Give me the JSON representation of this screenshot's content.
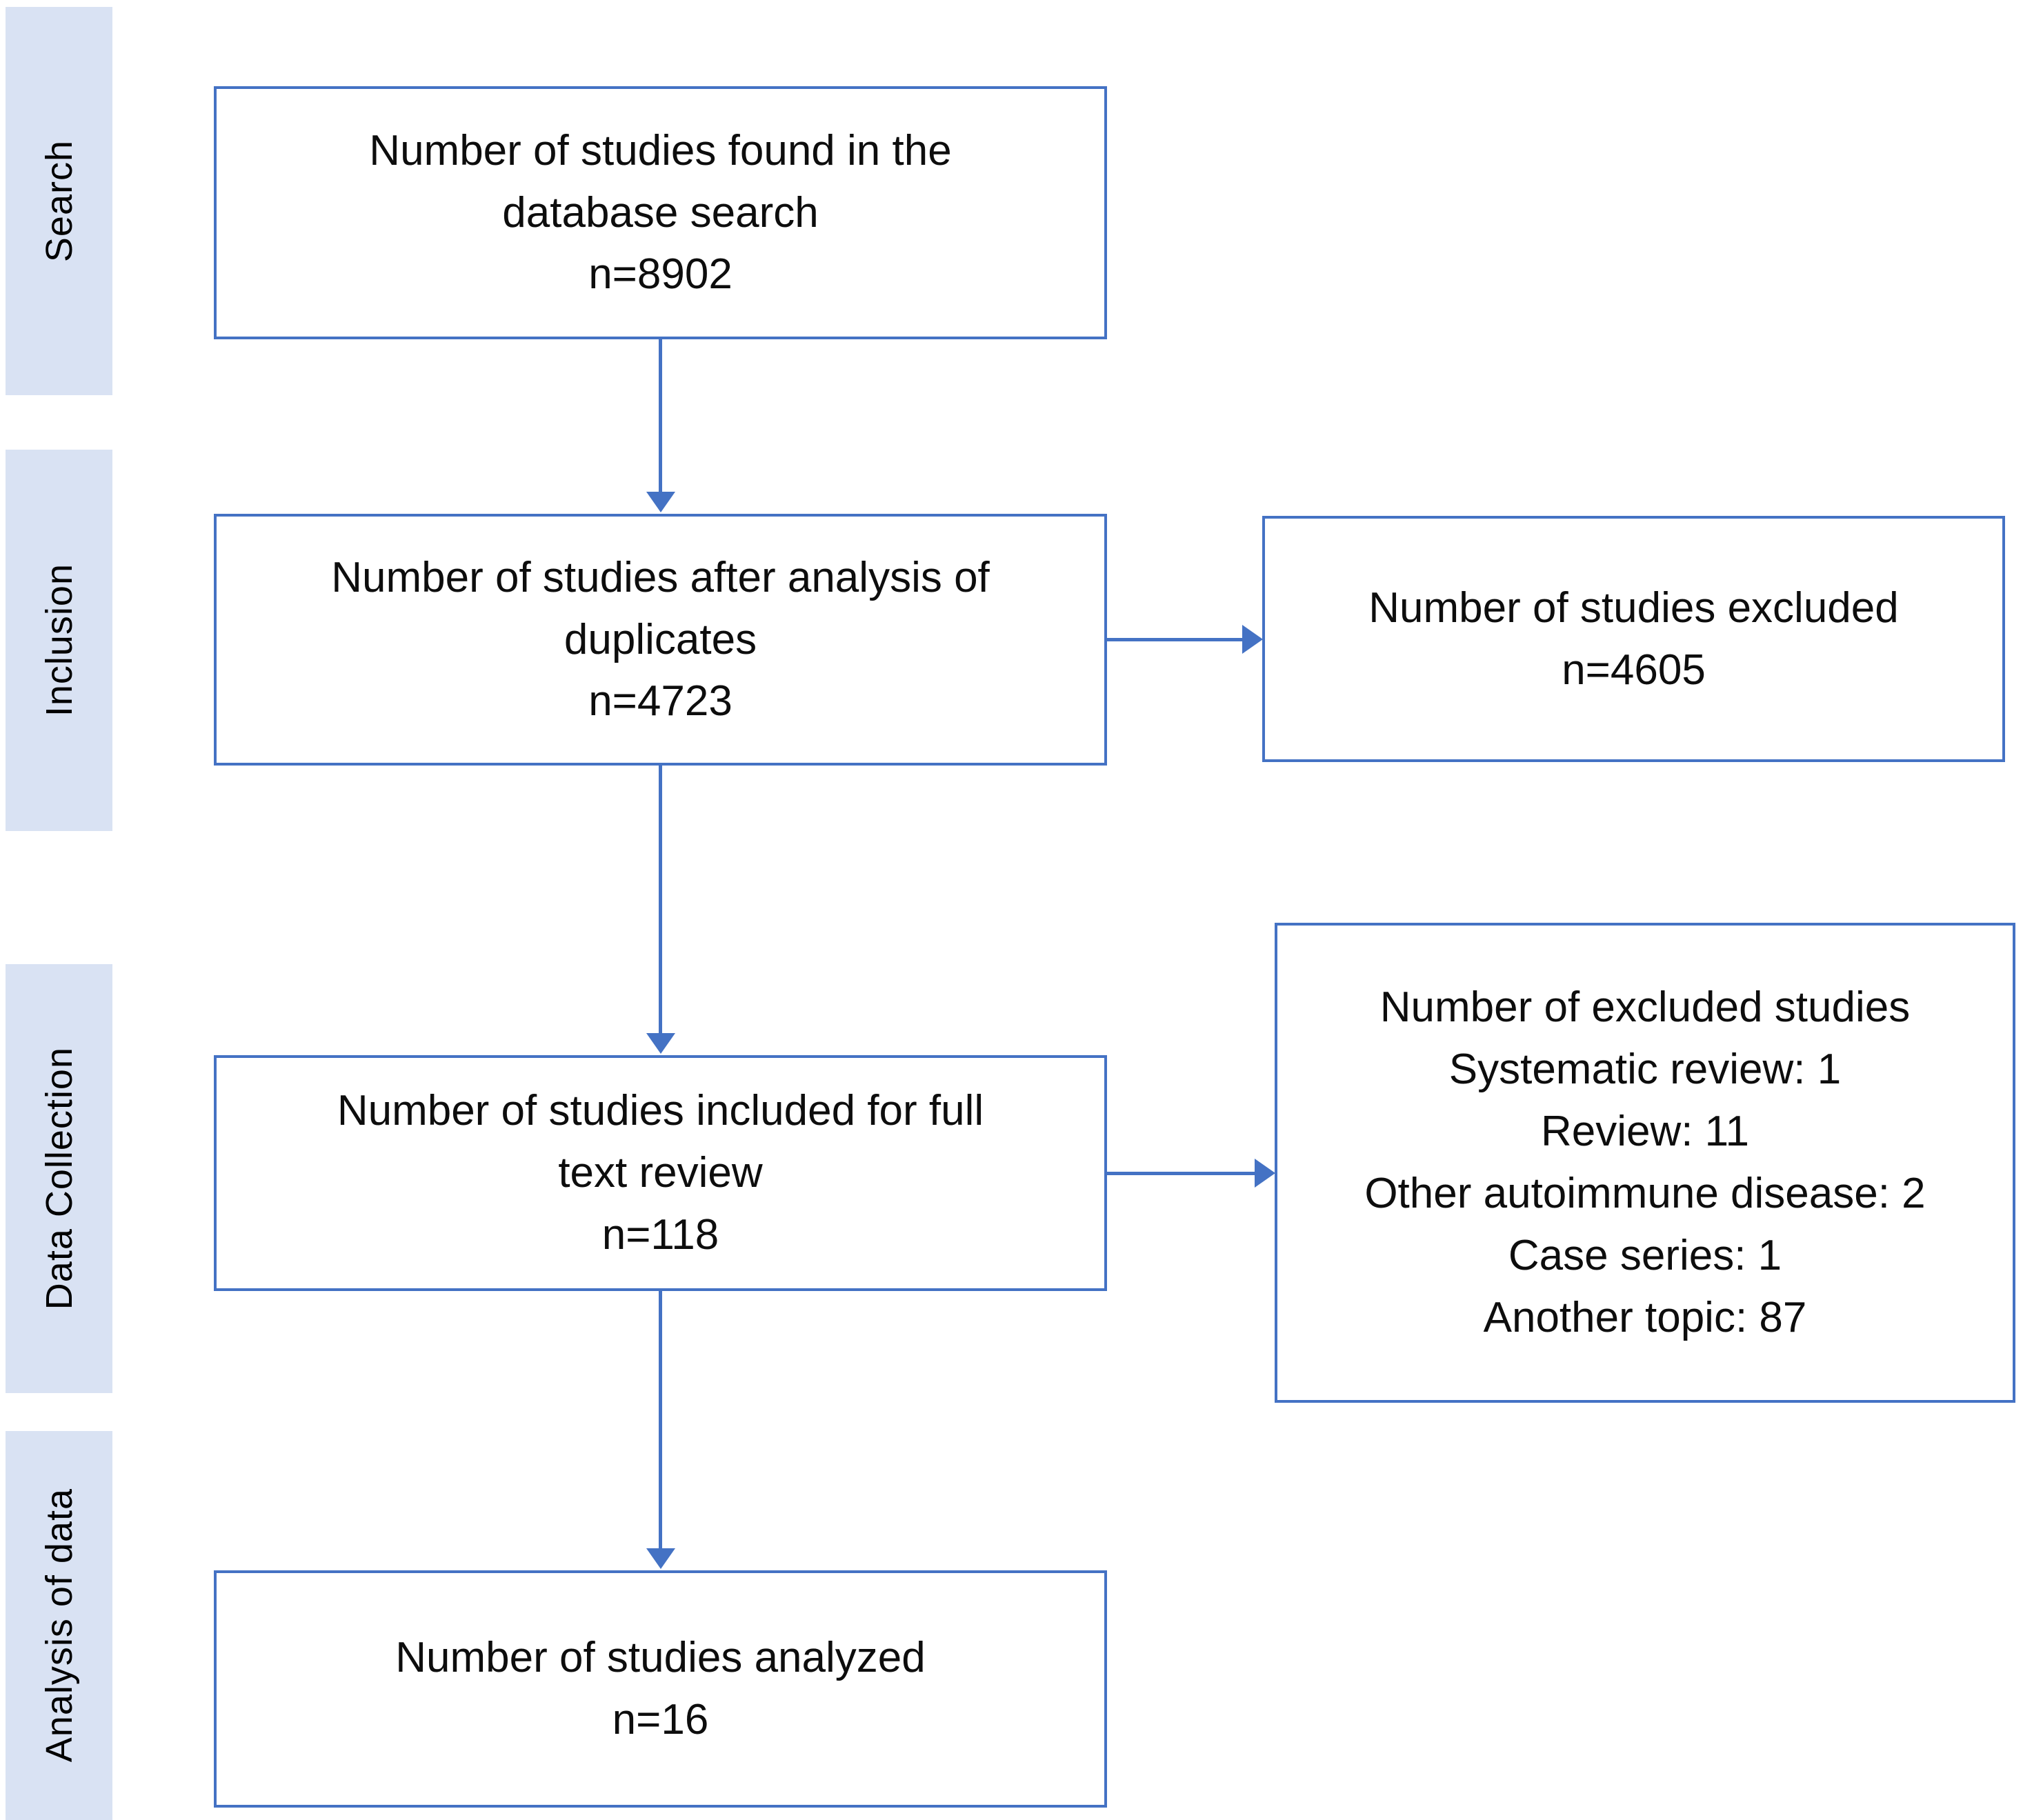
{
  "diagram": {
    "type": "prisma-flow-diagram",
    "accent_color": "#4472C4",
    "band_color": "#D9E2F3",
    "text_color": "#0D0D0D",
    "background": "#FFFFFF"
  },
  "stages": [
    {
      "id": "search",
      "label": "Search"
    },
    {
      "id": "inclusion",
      "label": "Inclusion"
    },
    {
      "id": "data-collection",
      "label": "Data Collection"
    },
    {
      "id": "analysis",
      "label": "Analysis of data"
    }
  ],
  "boxes": {
    "found": {
      "lines": [
        "Number of studies found in the",
        "database search",
        "n=8902"
      ],
      "line1": "Number of studies found in the",
      "line2": "database search",
      "line3": "n=8902",
      "count": "8902"
    },
    "after_duplicates": {
      "line1": "Number of studies after analysis of",
      "line2": "duplicates",
      "line3": "n=4723",
      "count": "4723"
    },
    "excluded_duplicates": {
      "line1": "Number of studies excluded",
      "line2": "n=4605",
      "count": "4605"
    },
    "full_text": {
      "line1": "Number of studies included for full",
      "line2": "text review",
      "line3": "n=118",
      "count": "118"
    },
    "excluded_reasons": {
      "line1": "Number of excluded studies",
      "line2": "Systematic review: 1",
      "line3": "Review: 11",
      "line4": "Other autoimmune disease: 2",
      "line5": "Case series: 1",
      "line6": "Another topic: 87",
      "reasons": [
        {
          "label": "Systematic review",
          "value": "1"
        },
        {
          "label": "Review",
          "value": "11"
        },
        {
          "label": "Other autoimmune disease",
          "value": "2"
        },
        {
          "label": "Case series",
          "value": "1"
        },
        {
          "label": "Another topic",
          "value": "87"
        }
      ]
    },
    "analyzed": {
      "line1": "Number of studies analyzed",
      "line2": "n=16",
      "count": "16"
    }
  }
}
